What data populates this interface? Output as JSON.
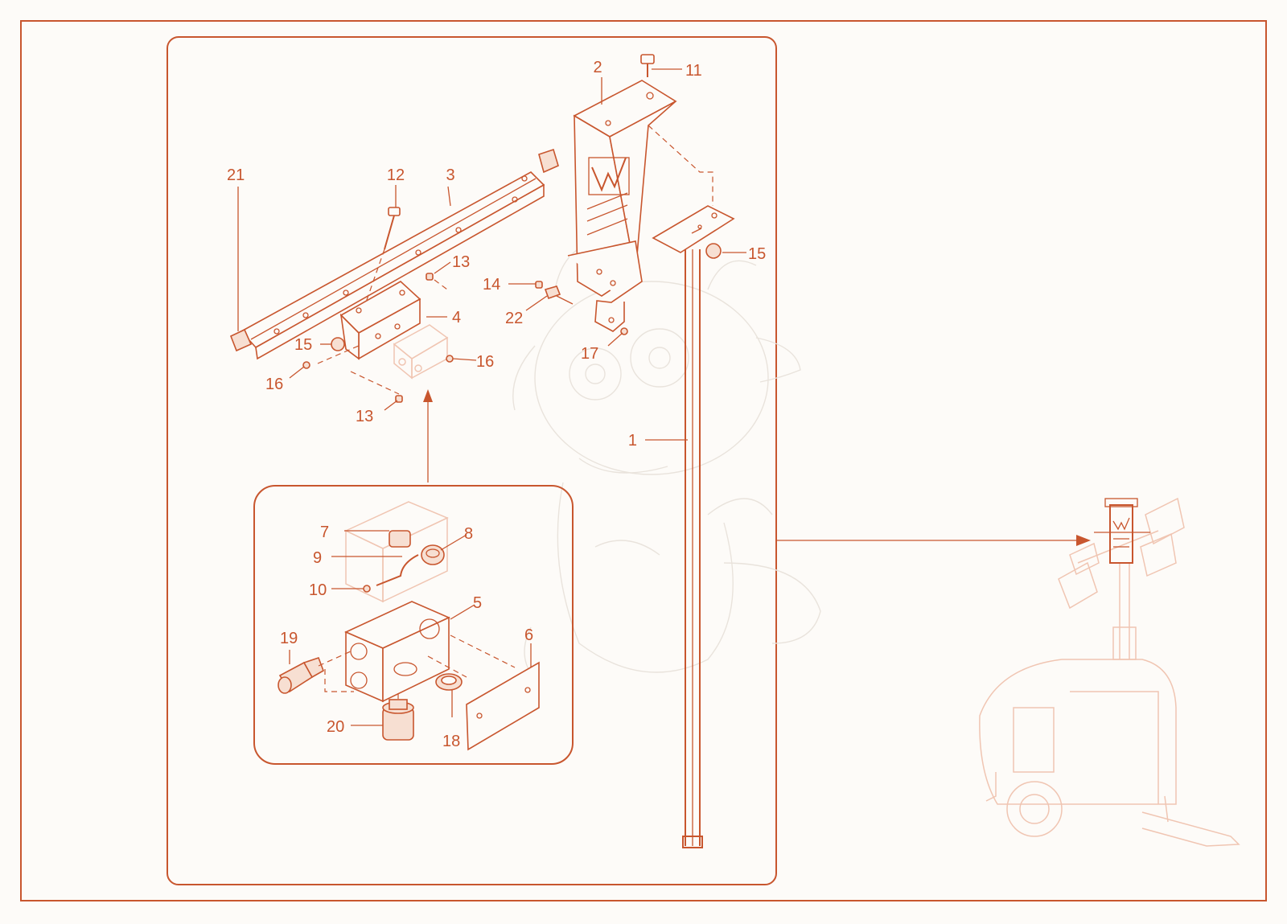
{
  "colors": {
    "accent": "#c8562e",
    "background": "#fdfbf8",
    "faint": "#f0c5b2"
  },
  "callouts": {
    "c1": "1",
    "c2": "2",
    "c3": "3",
    "c4": "4",
    "c5": "5",
    "c6": "6",
    "c7": "7",
    "c8": "8",
    "c9": "9",
    "c10": "10",
    "c11": "11",
    "c12": "12",
    "c13a": "13",
    "c13b": "13",
    "c14": "14",
    "c15a": "15",
    "c15b": "15",
    "c16a": "16",
    "c16b": "16",
    "c17": "17",
    "c18": "18",
    "c19": "19",
    "c20": "20",
    "c21": "21",
    "c22": "22"
  },
  "icons": {
    "brand_logo": "w-logo-icon",
    "machine_preview": "light-tower-icon",
    "watermark": "dragon-watermark-icon"
  }
}
